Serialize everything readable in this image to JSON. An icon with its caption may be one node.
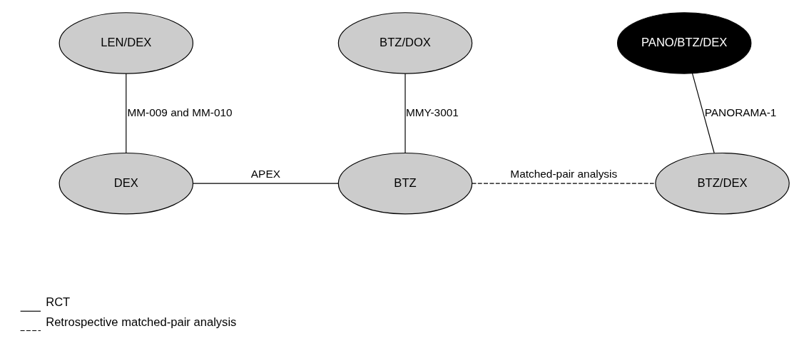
{
  "diagram": {
    "nodes": [
      {
        "text": [
          "LEN/DEX"
        ]
      },
      {
        "text": [
          "BTZ/DOX"
        ]
      },
      {
        "text": [
          "PANO/BTZ/DEX"
        ]
      },
      {
        "text": [
          "DEX"
        ]
      },
      {
        "text": [
          "BTZ"
        ]
      },
      {
        "text": [
          "BTZ/DEX"
        ]
      }
    ],
    "edges": [
      {
        "from": 0,
        "to": 3,
        "arrow": "none",
        "label": "MM-009 and MM-010"
      },
      {
        "from": 1,
        "to": 4,
        "arrow": "none",
        "label": "MMY-3001"
      },
      {
        "from": 2,
        "to": 5,
        "arrow": "none",
        "label": "PANORAMA-1"
      },
      {
        "from": 3,
        "to": 4,
        "arrow": "none",
        "label": "APEX"
      },
      {
        "from": 4,
        "to": 5,
        "arrow": "none",
        "label": "Matched-pair analysis",
        "style": "dashed"
      }
    ],
    "legend": [
      {
        "text": "RCT"
      },
      {
        "text": "Retrospective matched-pair analysis"
      }
    ]
  }
}
